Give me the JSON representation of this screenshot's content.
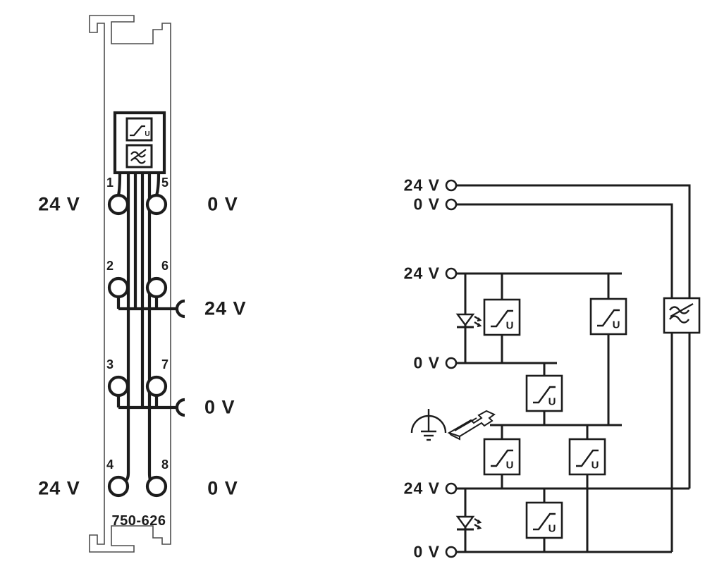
{
  "module": {
    "model": "750-626",
    "u": "U",
    "terminals": [
      "1",
      "2",
      "3",
      "4",
      "5",
      "6",
      "7",
      "8"
    ],
    "labels": {
      "top_left": "24 V",
      "top_right": "0 V",
      "bottom_left": "24 V",
      "bottom_right": "0 V",
      "tap_24v": "24 V",
      "tap_0v": "0 V"
    }
  },
  "schematic": {
    "u": "U",
    "labels": [
      "24 V",
      "0 V",
      "24 V",
      "0 V",
      "24 V",
      "0 V"
    ],
    "icons": {
      "limiter": "voltage-limiter-icon",
      "filter": "interference-filter-icon",
      "led": "led-icon",
      "earth": "functional-earth-icon",
      "din_rail": "din-rail-icon",
      "terminal": "terminal-circle-icon",
      "clamp": "clamp-contact-icon"
    }
  },
  "colors": {
    "line": "#1c1c1c",
    "module_outline": "#4d4d4d",
    "background": "#ffffff"
  }
}
